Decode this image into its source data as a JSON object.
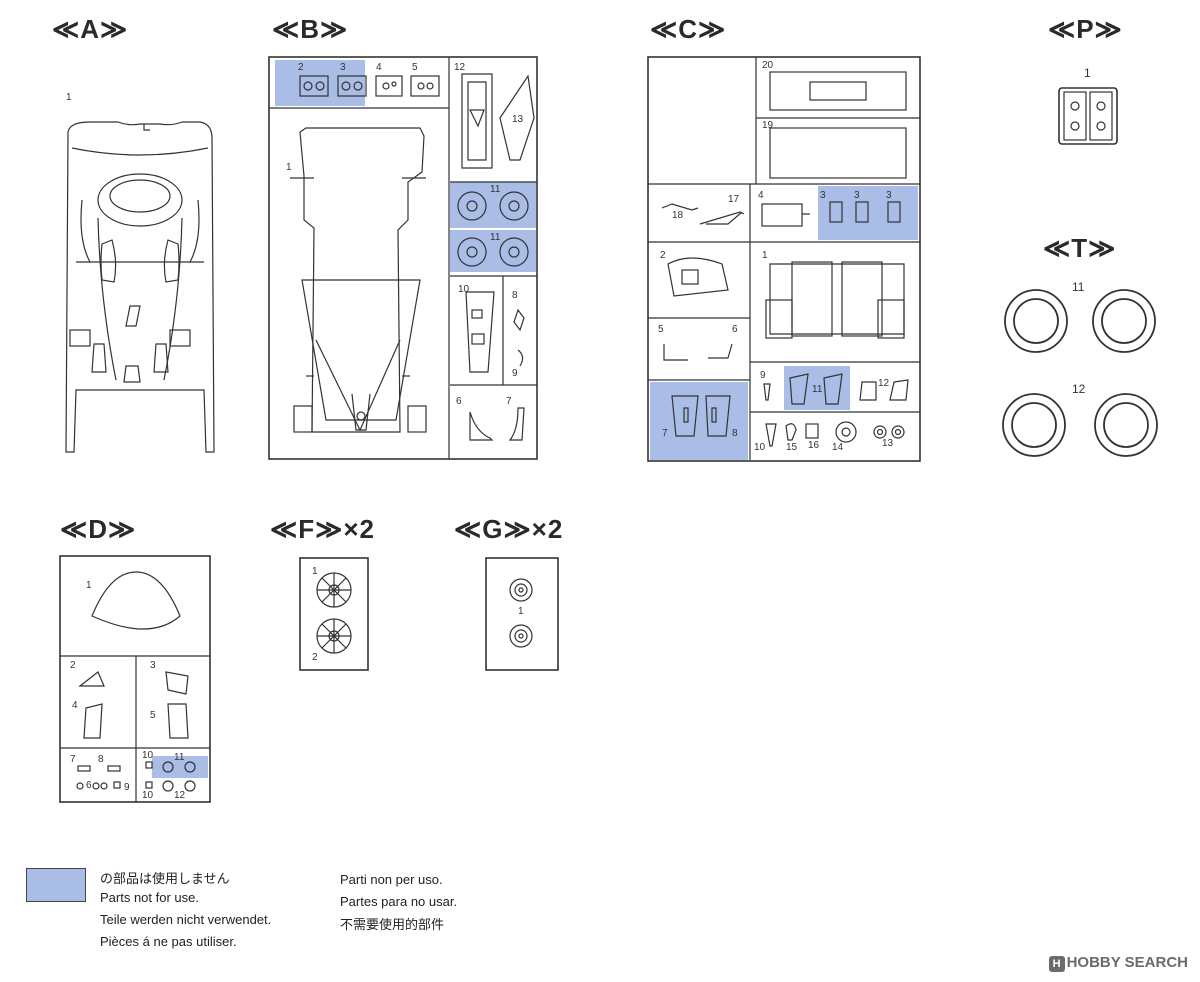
{
  "sprues": {
    "A": {
      "title": "≪A≫",
      "labels": [
        "1"
      ]
    },
    "B": {
      "title": "≪B≫",
      "labels": [
        "2",
        "3",
        "4",
        "5",
        "12",
        "13",
        "1",
        "11",
        "11",
        "10",
        "8",
        "9",
        "6",
        "7"
      ]
    },
    "C": {
      "title": "≪C≫",
      "labels": [
        "20",
        "19",
        "18",
        "17",
        "4",
        "3",
        "3",
        "3",
        "2",
        "1",
        "5",
        "6",
        "9",
        "11",
        "12",
        "7",
        "8",
        "10",
        "15",
        "16",
        "14",
        "13"
      ]
    },
    "P": {
      "title": "≪P≫",
      "labels": [
        "1"
      ]
    },
    "T": {
      "title": "≪T≫",
      "labels": [
        "11",
        "12"
      ]
    },
    "D": {
      "title": "≪D≫",
      "labels": [
        "1",
        "2",
        "3",
        "4",
        "5",
        "7",
        "8",
        "6",
        "9",
        "10",
        "11",
        "10",
        "12"
      ]
    },
    "F": {
      "title": "≪F≫×2",
      "labels": [
        "1",
        "2"
      ]
    },
    "G": {
      "title": "≪G≫×2",
      "labels": [
        "1"
      ]
    }
  },
  "legend": {
    "color": "#a9bde6",
    "lines_left": [
      "の部品は使用しません",
      "Parts not for use.",
      "Teile werden nicht verwendet.",
      "Pièces á ne pas utiliser."
    ],
    "lines_right": [
      "Parti non per uso.",
      "Partes para no usar.",
      "不需要使用的部件"
    ]
  },
  "watermark": {
    "logo": "H",
    "text": "HOBBY SEARCH"
  }
}
